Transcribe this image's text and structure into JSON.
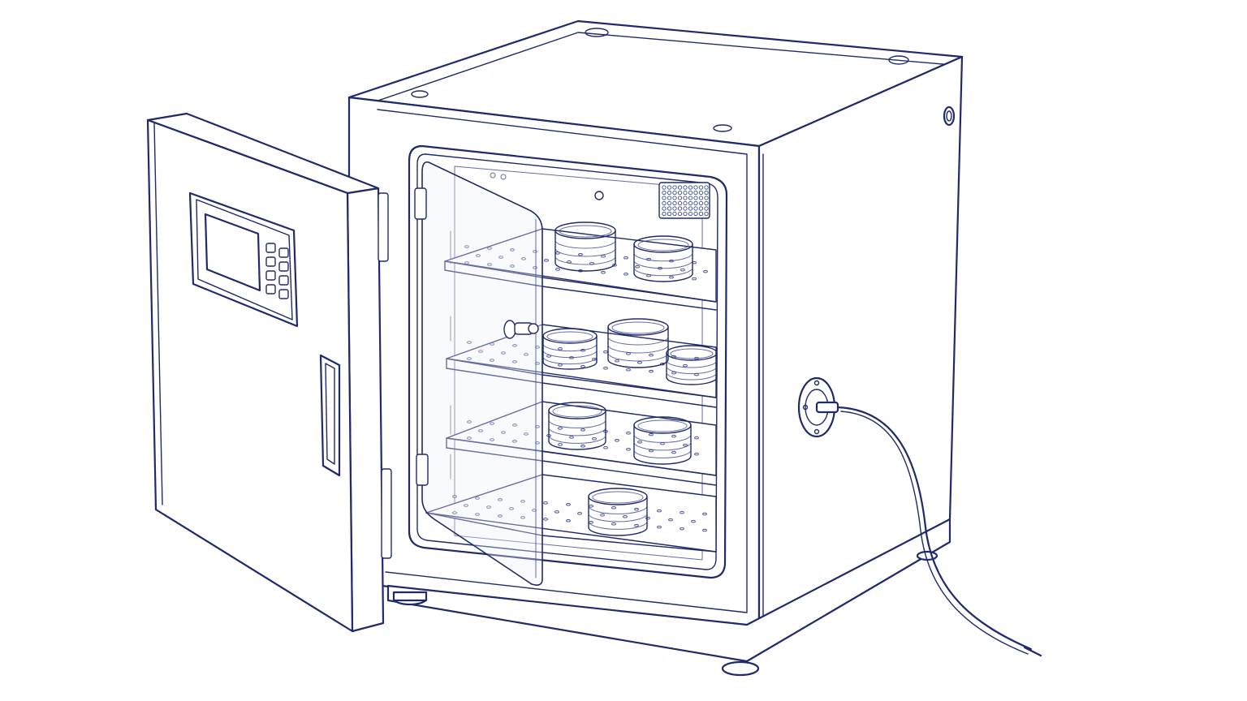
{
  "scene": {
    "subject": "",
    "colors": {
      "line": "#1f2a6b",
      "line_light": "#3b4a8f",
      "background": "#ffffff",
      "glass_tint": "#eef1fb"
    },
    "counts": {
      "shelves": 4,
      "petri_dishes": 8,
      "keypad_buttons": 8
    }
  }
}
